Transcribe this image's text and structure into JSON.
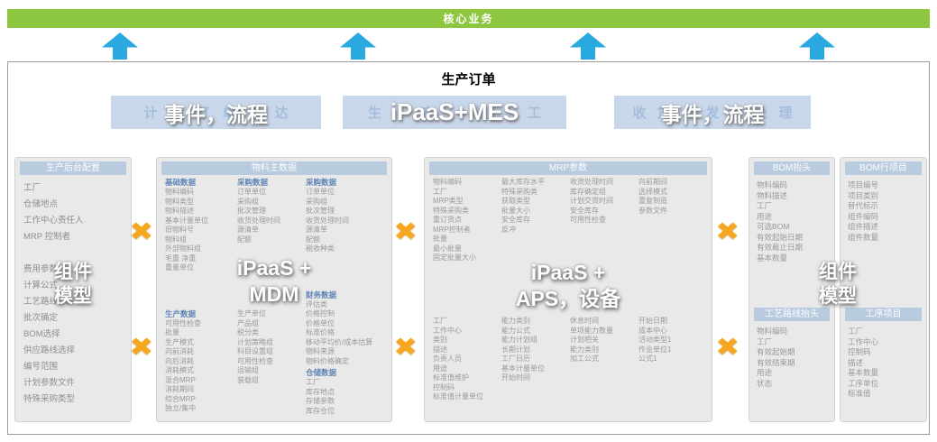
{
  "colors": {
    "core_green": "#8dc63f",
    "arrow_blue": "#2aa9e0",
    "connector_orange": "#f6a71f",
    "panel_header_blue": "#b9cbdf",
    "banner_blue": "#c9d7ea"
  },
  "core_banner": {
    "label": "核心业务"
  },
  "diagram": {
    "title": "生产订单",
    "connector_symbol": "✖",
    "stage_banners": [
      {
        "bg_text": "计划订单下达",
        "overlay_text": "事件，流程"
      },
      {
        "bg_text": "生产报工",
        "overlay_text": "iPaaS+MES"
      },
      {
        "bg_text": "收货与发料处理",
        "overlay_text": "事件，流程"
      }
    ]
  },
  "panel_backend": {
    "header": "生产后台配置",
    "overlay_line1": "组件",
    "overlay_line2": "模型",
    "items": [
      "工厂",
      "仓储地点",
      "工作中心责任人",
      "MRP 控制者",
      "",
      "费用参数",
      "计算公式",
      "工艺路线参数",
      "批次确定",
      "BOM选择",
      "供应路线选择",
      "编号范围",
      "计划参数文件",
      "特殊采购类型"
    ]
  },
  "panel_material": {
    "header": "物料主数据",
    "overlay_line1": "iPaaS +",
    "overlay_line2": "MDM",
    "basic": {
      "title": "基础数据",
      "items": [
        "物料编码",
        "物料类型",
        "物料描述",
        "基本计量单位",
        "旧物料号",
        "物料组",
        "外部物料组",
        "毛重 净重",
        "重量单位"
      ]
    },
    "purchasing1": {
      "title": "采购数据",
      "items": [
        "订单单位",
        "采购组",
        "批次管理",
        "收货处理时间",
        "源清单",
        "配额"
      ]
    },
    "purchasing2": {
      "title": "采购数据",
      "items": [
        "订单单位",
        "采购组",
        "批次管理",
        "收货处理时间",
        "源清单",
        "配额",
        "税收种类"
      ]
    },
    "production": {
      "title": "生产数据",
      "items": [
        "可用性检查",
        "批量",
        "生产模式",
        "向前消耗",
        "向后消耗",
        "消耗模式",
        "混合MRP",
        "消耗期间",
        "综合MRP",
        "独立/集中"
      ]
    },
    "other_items": [
      "生产单位",
      "产品组",
      "税分类",
      "计划策略组",
      "科目设置组",
      "可用性检查",
      "运输组",
      "装载组"
    ],
    "finance": {
      "title": "财务数据",
      "items": [
        "评估类",
        "价格控制",
        "价格单位",
        "标准价格",
        "移动平均价/成本估算",
        "物料来源",
        "物料价格确定"
      ]
    },
    "storage": {
      "title": "仓储数据",
      "items": [
        "工厂",
        "库存地点",
        "存储参数",
        "库存仓位"
      ]
    }
  },
  "panel_mrp": {
    "header": "MRP参数",
    "overlay_line1": "iPaaS +",
    "overlay_line2": "APS，设备",
    "top_cols": [
      [
        "物料编码",
        "工厂",
        "MRP类型",
        "特殊采购类",
        "重订货点",
        "MRP控制者",
        "批量",
        "最小批量",
        "固定批量大小"
      ],
      [
        "最大库存水平",
        "特殊采购类",
        "获取类型",
        "批量大小",
        "安全库存",
        "反冲"
      ],
      [
        "收货处理时间",
        "库存确定组",
        "计划交货时间",
        "安全库存",
        "可用性检查"
      ],
      [
        "向前期间",
        "选择模式",
        "重复制造",
        "参数文件"
      ]
    ],
    "bottom_cols": [
      [
        "工厂",
        "工作中心",
        "类别",
        "描述",
        "负责人员",
        "用途",
        "标准值维护",
        "控制码",
        "标准值计量单位"
      ],
      [
        "能力类别",
        "能力公式",
        "能力计划组",
        "长期计划",
        "工厂日历",
        "基本计量单位",
        "开始时间"
      ],
      [
        "休息时间",
        "单项能力数量",
        "计划相关",
        "能力类别",
        "加工公式"
      ],
      [
        "开始日期",
        "成本中心",
        "活动类型1",
        "作业单位1",
        "公式1"
      ]
    ]
  },
  "panel_bom": {
    "overlay_line1": "组件",
    "overlay_line2": "模型",
    "left": {
      "header_top": "BOM抬头",
      "items_top": [
        "物料编码",
        "物料描述",
        "工厂",
        "用途",
        "可选BOM",
        "有效起始日期",
        "有效截止日期",
        "基本数量"
      ],
      "header_bottom": "工艺路线抬头",
      "items_bottom": [
        "物料编码",
        "工厂",
        "有效起始期",
        "有效结束期",
        "用途",
        "状态"
      ]
    },
    "right": {
      "header_top": "BOM行项目",
      "items_top": [
        "项目编号",
        "项目类别",
        "替代标示",
        "组件编码",
        "组件描述",
        "组件数量"
      ],
      "header_bottom": "工序项目",
      "items_bottom": [
        "工厂",
        "工作中心",
        "控制码",
        "描述",
        "基本数量",
        "工序单位",
        "标准值"
      ]
    }
  }
}
